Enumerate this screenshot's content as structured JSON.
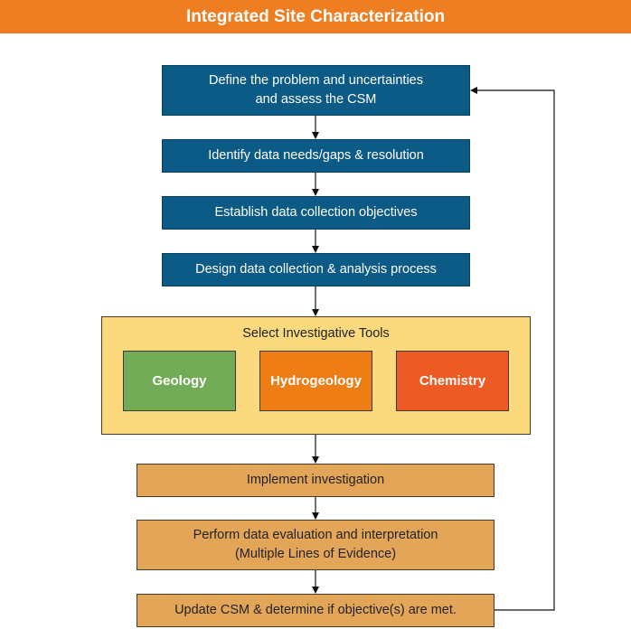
{
  "title": "Integrated Site Characterization",
  "steps_top": [
    "Define the problem and uncertainties\nand assess the CSM",
    "Identify data needs/gaps & resolution",
    "Establish data collection objectives",
    "Design data collection & analysis process"
  ],
  "tools_panel": {
    "title": "Select Investigative Tools",
    "tools": [
      {
        "label": "Geology",
        "color": "#72ab55"
      },
      {
        "label": "Hydrogeology",
        "color": "#ef7d16"
      },
      {
        "label": "Chemistry",
        "color": "#ee5a23"
      }
    ]
  },
  "steps_bottom": [
    "Implement investigation",
    "Perform data evaluation and interpretation\n(Multiple Lines of Evidence)",
    "Update CSM & determine if objective(s) are met."
  ],
  "colors": {
    "header": "#ef7d22",
    "step_blue": "#0c5a86",
    "step_tan": "#e3a659",
    "panel": "#fbd97d"
  }
}
